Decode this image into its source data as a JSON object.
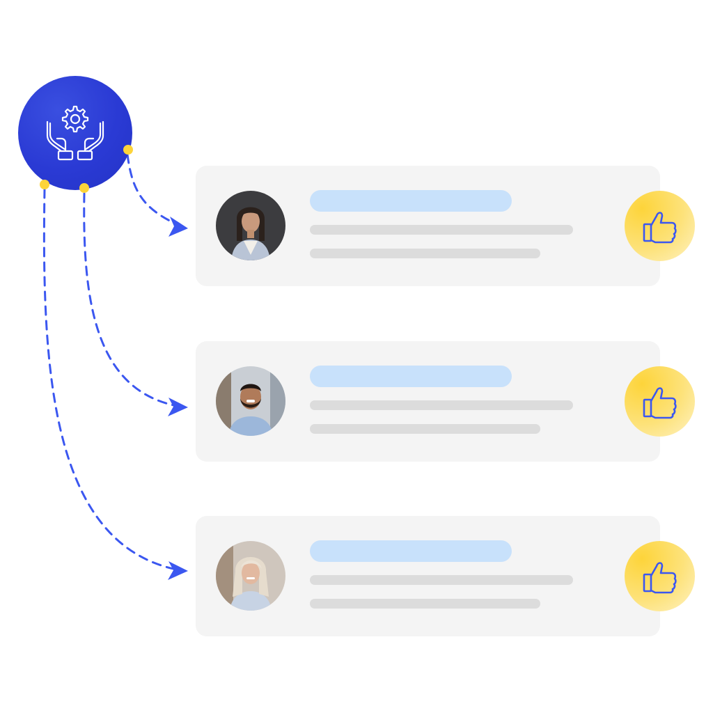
{
  "hub": {
    "icon": "hands-gear-icon",
    "color": "#2a3ad4"
  },
  "accent": {
    "connector": "#3b57f0",
    "dot": "#fdd43a"
  },
  "cards": [
    {
      "avatar": "woman-dark-hair-avatar",
      "like_icon": "thumbs-up-icon"
    },
    {
      "avatar": "man-beard-avatar",
      "like_icon": "thumbs-up-icon"
    },
    {
      "avatar": "woman-blonde-avatar",
      "like_icon": "thumbs-up-icon"
    }
  ]
}
